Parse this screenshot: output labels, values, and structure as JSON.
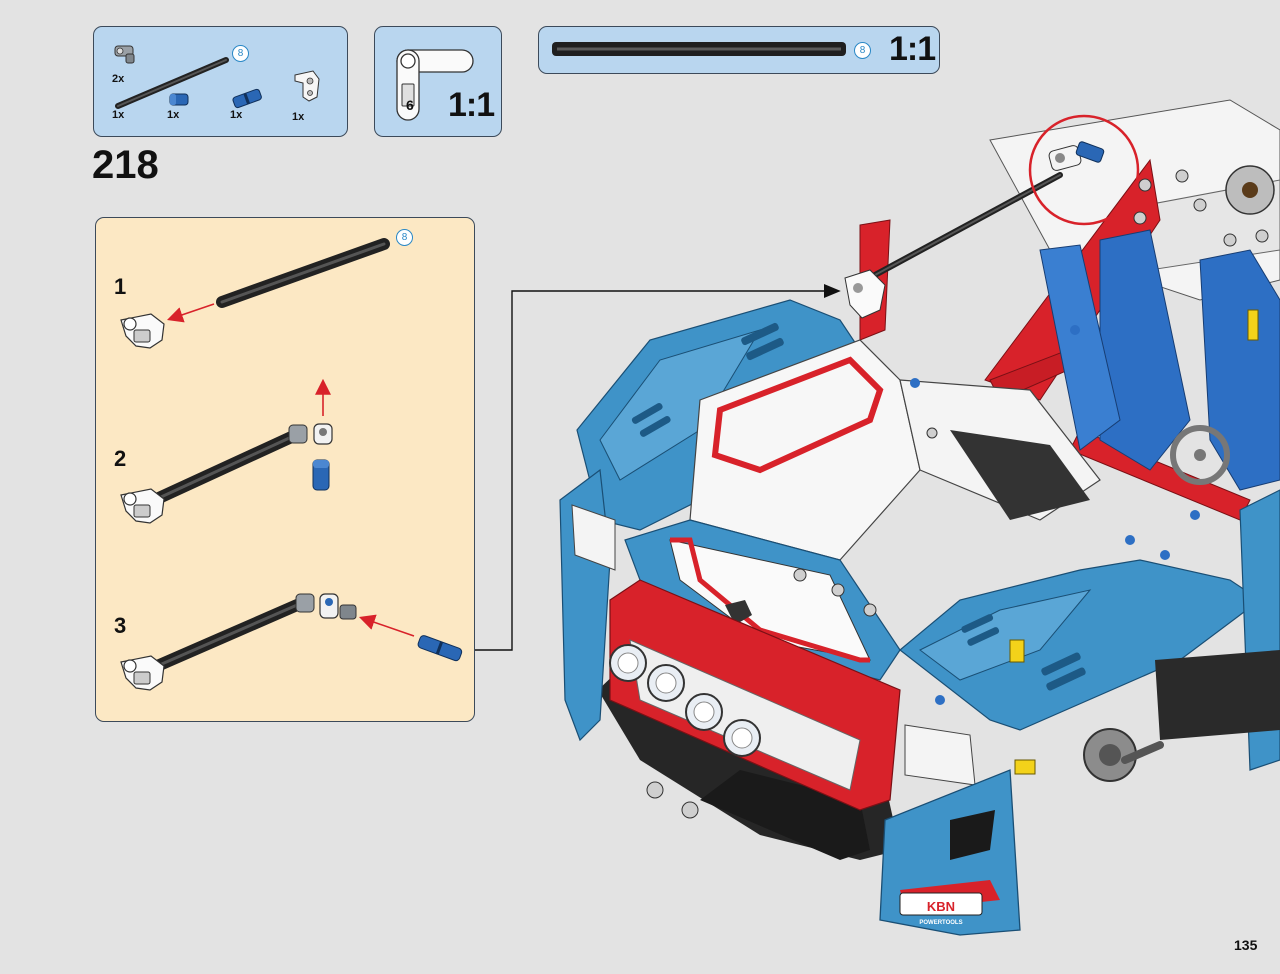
{
  "parts_callout": {
    "items": [
      {
        "qty": "2x",
        "icon": "connector-icon"
      },
      {
        "qty": "1x",
        "icon": "axle-8-icon",
        "length_badge": "8"
      },
      {
        "qty": "1x",
        "icon": "blue-pin-short-icon"
      },
      {
        "qty": "1x",
        "icon": "blue-pin-long-icon"
      },
      {
        "qty": "1x",
        "icon": "white-angle-connector-icon"
      }
    ]
  },
  "connector_callout": {
    "label": "6",
    "scale": "1:1"
  },
  "axle_callout": {
    "length_badge": "8",
    "scale": "1:1"
  },
  "step_number": "218",
  "substeps": {
    "badge": "8",
    "items": [
      {
        "number": "1"
      },
      {
        "number": "2"
      },
      {
        "number": "3"
      }
    ]
  },
  "page_number": "135",
  "colors": {
    "callout_blue": "#b9d6ef",
    "substep_cream": "#fce8c4",
    "highlight_red": "#d8222a",
    "car_blue": "#3f93c8",
    "car_red": "#d8222a",
    "badge_blue": "#2a88c6"
  }
}
